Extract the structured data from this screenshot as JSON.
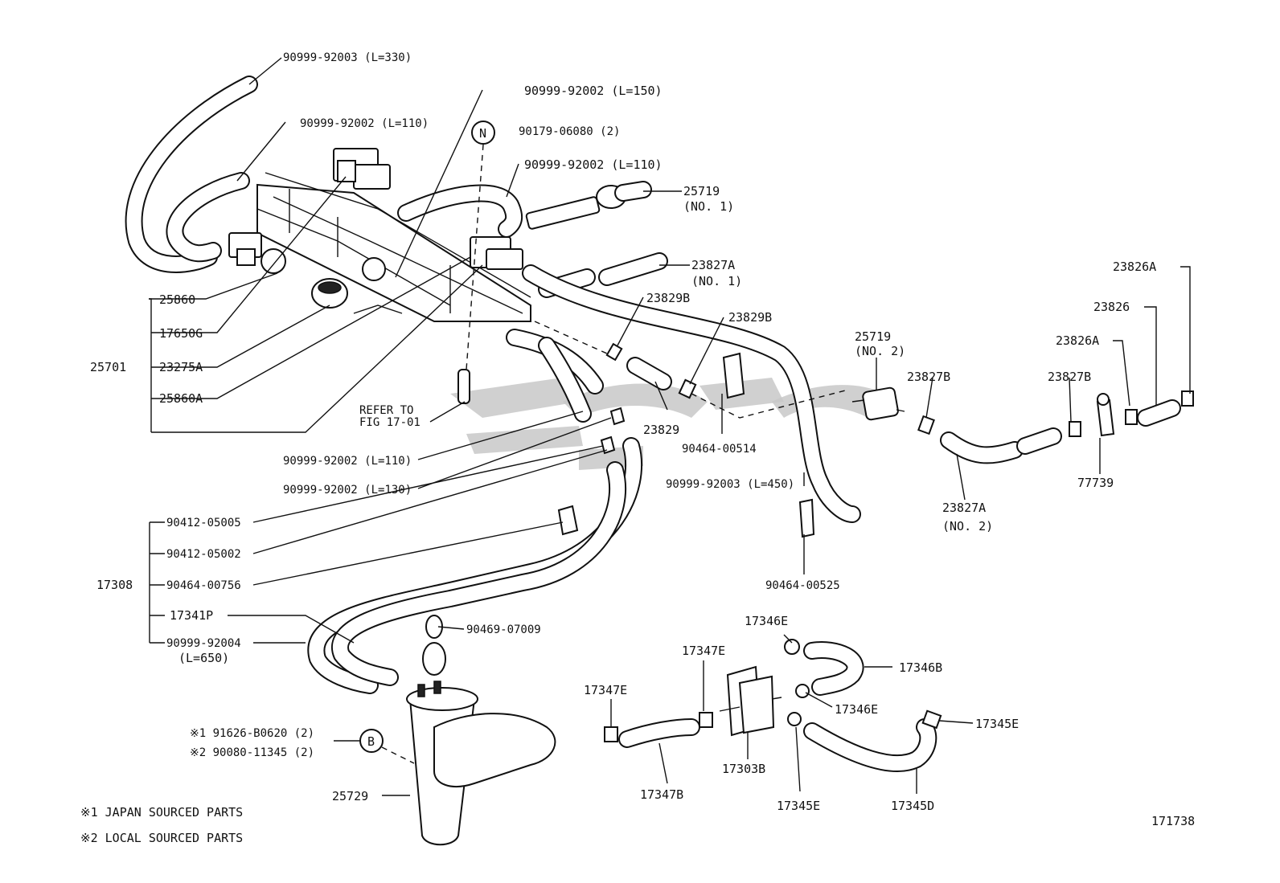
{
  "labels": {
    "hose_330": "90999-92003 (L=330)",
    "hose_150": "90999-92002 (L=150)",
    "hose_110_a": "90999-92002 (L=110)",
    "part_90179": "90179-06080 (2)",
    "hose_110_b": "90999-92002 (L=110)",
    "part_25719_1": "25719",
    "part_25719_1_no": "(NO. 1)",
    "part_23827a_1": "23827A",
    "part_23827a_1_no": "(NO. 1)",
    "part_23826a_top": "23826A",
    "part_23826": "23826",
    "part_23826a_mid": "23826A",
    "part_23827b_right": "23827B",
    "part_23827b_mid": "23827B",
    "part_23829b_a": "23829B",
    "part_23829b_b": "23829B",
    "part_25719_2": "25719",
    "part_25719_2_no": "(NO. 2)",
    "group_25701": "25701",
    "part_25860": "25860",
    "part_17650g": "17650G",
    "part_23275a": "23275A",
    "part_25860a": "25860A",
    "refer_1": "REFER TO",
    "refer_2": "FIG 17-01",
    "part_23829": "23829",
    "part_90464_00514": "90464-00514",
    "part_77739": "77739",
    "part_23827a_2": "23827A",
    "part_23827a_2_no": "(NO. 2)",
    "hose_110_c": "90999-92002 (L=110)",
    "hose_130": "90999-92002 (L=130)",
    "hose_450": "90999-92003 (L=450)",
    "part_90464_00525": "90464-00525",
    "group_17308": "17308",
    "part_90412_05005": "90412-05005",
    "part_90412_05002": "90412-05002",
    "part_90464_00756": "90464-00756",
    "part_17341p": "17341P",
    "hose_650": "90999-92004",
    "hose_650_len": "(L=650)",
    "part_90469": "90469-07009",
    "part_17346e_top": "17346E",
    "part_17347e_mid": "17347E",
    "part_17346b": "17346B",
    "part_17347e_left": "17347E",
    "part_17346e_bot": "17346E",
    "part_17345e_right": "17345E",
    "note1_code": "※1 91626-B0620 (2)",
    "note2_code": "※2 90080-11345 (2)",
    "callout_b": "B",
    "callout_n": "N",
    "part_25729": "25729",
    "part_17347b": "17347B",
    "part_17303b": "17303B",
    "part_17345e_bot": "17345E",
    "part_17345d": "17345D",
    "legend_1": "※1   JAPAN SOURCED PARTS",
    "legend_2": "※2   LOCAL SOURCED PARTS",
    "figure_no": "171738"
  }
}
